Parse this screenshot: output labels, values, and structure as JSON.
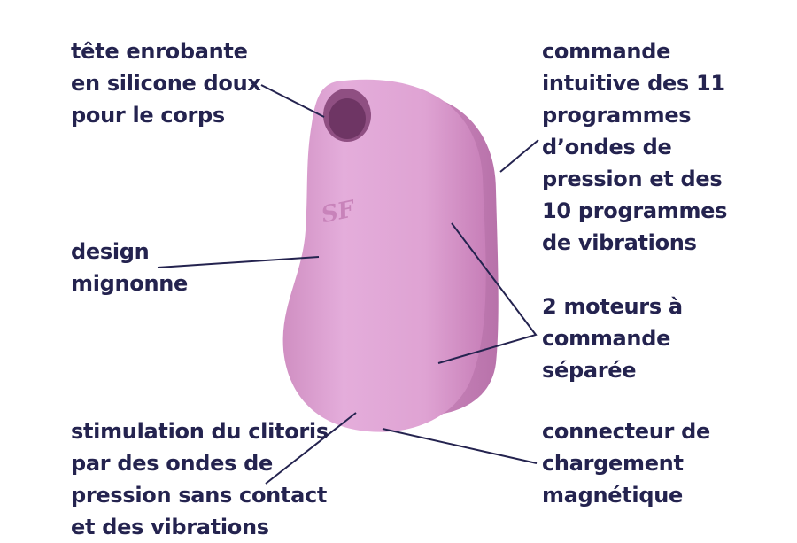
{
  "product": {
    "logo_text": "SF",
    "colors": {
      "body": "#dea2d0",
      "body_shadow": "#c982b9",
      "text": "#24234f"
    }
  },
  "callouts": {
    "head": [
      "tête enrobante",
      "en silicone doux",
      "pour le corps"
    ],
    "design": [
      "design",
      "mignonne"
    ],
    "stimulation": [
      "stimulation du clitoris",
      "par des ondes de",
      "pression sans contact",
      "et des vibrations"
    ],
    "control": [
      "commande",
      "intuitive des 11",
      "programmes",
      "d’ondes de",
      "pression et des",
      "10 programmes",
      "de vibrations"
    ],
    "motors": [
      "2 moteurs à",
      "commande",
      "séparée"
    ],
    "charger": [
      "connecteur de",
      "chargement",
      "magnétique"
    ]
  }
}
